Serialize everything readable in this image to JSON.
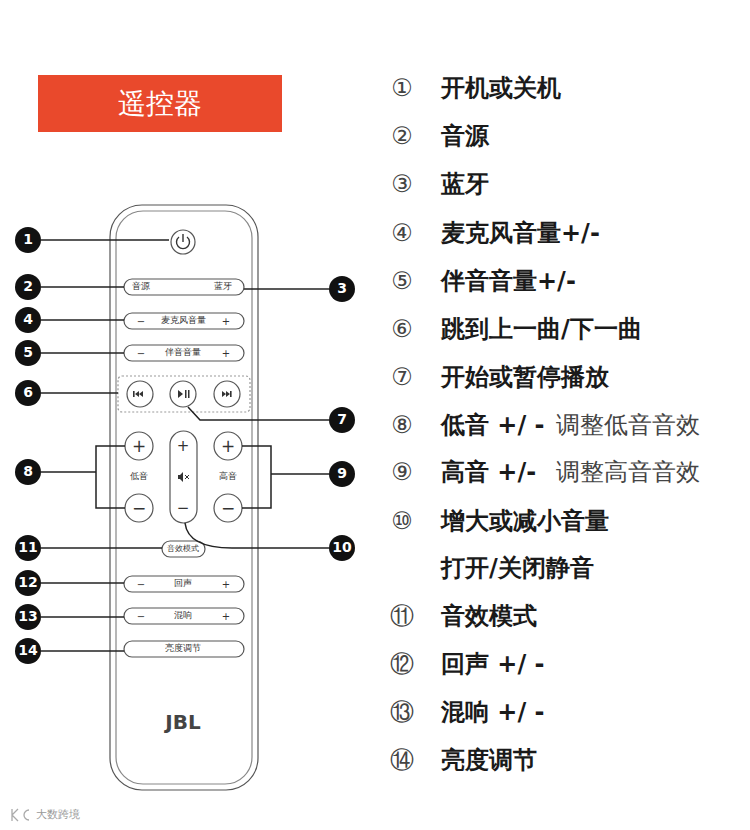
{
  "diagram": {
    "nodes": [
      {
        "text": [
          "遥控器"
        ]
      }
    ],
    "labels": [
      "1",
      "2",
      "3",
      "4",
      "5",
      "6",
      "7",
      "8",
      "9",
      "10",
      "11",
      "12",
      "13",
      "14",
      "音源",
      "蓝牙",
      "−",
      "麦克风音量",
      "+",
      "−",
      "伴音音量",
      "+",
      "+",
      "低音",
      "−",
      "+",
      "−",
      "+",
      "高音",
      "−",
      "音效模式",
      "−",
      "回声",
      "+",
      "−",
      "混响",
      "+",
      "亮度调节",
      "JBL",
      "①",
      "开机或关机",
      "②",
      "音源",
      "③",
      "蓝牙",
      "④",
      "麦克风音量+/-",
      "⑤",
      "伴音音量+/-",
      "⑥",
      "跳到上一曲/下一曲",
      "⑦",
      "开始或暂停播放",
      "⑧",
      "低音 +/ -",
      "调整低音音效",
      "⑨",
      "高音 +/-",
      "调整高音音效",
      "⑩",
      "增大或减小音量",
      "打开/关闭静音",
      "⑪",
      "音效模式",
      "⑫",
      "回声 +/ -",
      "⑬",
      "混响 +/ -",
      "⑭",
      "亮度调节",
      "大数跨境"
    ]
  }
}
